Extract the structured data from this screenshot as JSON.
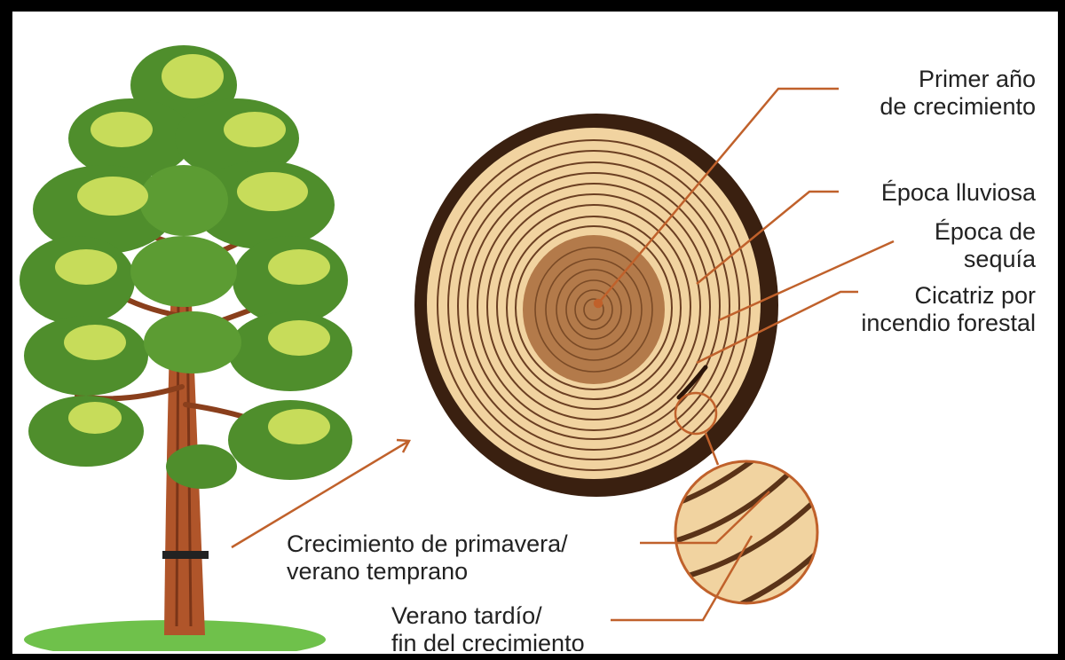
{
  "labels": {
    "first_year": "Primer año\nde crecimiento",
    "rainy_season": "Época lluviosa",
    "dry_season": "Época de\nsequía",
    "fire_scar": "Cicatriz por\nincendio forestal",
    "spring_growth": "Crecimiento de primavera/\nverano temprano",
    "late_summer": "Verano tardío/\nfin del crecimiento"
  },
  "colors": {
    "leader": "#c0612b",
    "bark": "#3a2010",
    "wood_light": "#f1d3a0",
    "wood_core": "#b37a4a",
    "ring_line": "#6b3f22",
    "foliage": "#4f8e2c",
    "foliage_light": "#c7dc5a",
    "trunk": "#b0552a",
    "grass": "#6fc14b"
  }
}
